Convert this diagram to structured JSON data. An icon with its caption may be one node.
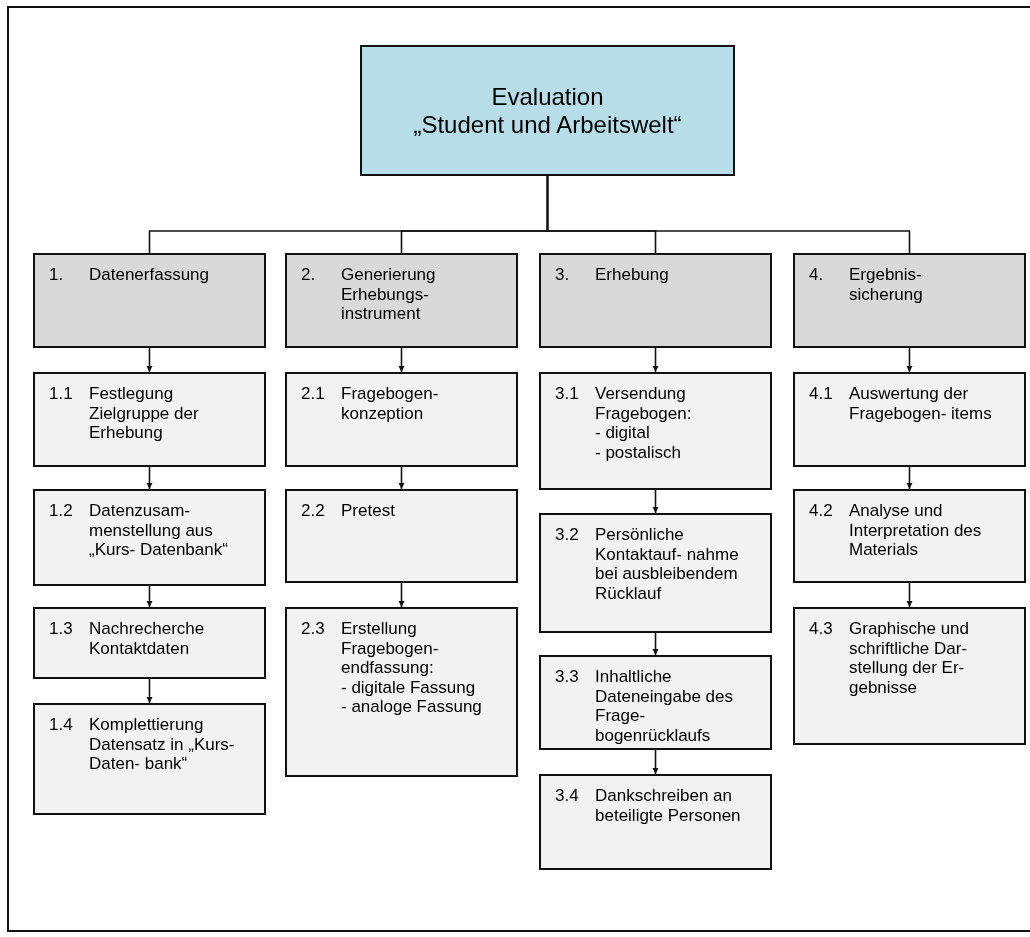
{
  "diagram": {
    "nodes": [
      {
        "text": [
          "Evaluation",
          "„Student und Arbeitswelt“"
        ]
      },
      {
        "text": [
          "1.",
          "Datenerfassung"
        ]
      },
      {
        "text": [
          "2.",
          "Generierung Erhebungs- instrument"
        ]
      },
      {
        "text": [
          "3.",
          "Erhebung"
        ]
      },
      {
        "text": [
          "4.",
          "Ergebnis- sicherung"
        ]
      },
      {
        "text": [
          "1.1",
          "Festlegung Zielgruppe der Erhebung"
        ]
      },
      {
        "text": [
          "1.2",
          "Datenzusam- menstellung aus „Kurs- Datenbank“"
        ]
      },
      {
        "text": [
          "1.3",
          "Nachrecherche Kontaktdaten"
        ]
      },
      {
        "text": [
          "1.4",
          "Komplettierung Datensatz in „Kurs-Daten- bank“"
        ]
      },
      {
        "text": [
          "2.1",
          "Fragebogen- konzeption"
        ]
      },
      {
        "text": [
          "2.2",
          "Pretest"
        ]
      },
      {
        "text": [
          "2.3",
          "Erstellung Fragebogen- endfassung:",
          "- digitale Fassung",
          "- analoge Fassung"
        ]
      },
      {
        "text": [
          "3.1",
          "Versendung Fragebogen:",
          "- digital",
          "- postalisch"
        ]
      },
      {
        "text": [
          "3.2",
          "Persönliche Kontaktauf- nahme bei ausbleibendem Rücklauf"
        ]
      },
      {
        "text": [
          "3.3",
          "Inhaltliche Dateneingabe des Frage- bogenrücklaufs"
        ]
      },
      {
        "text": [
          "3.4",
          "Dankschreiben an beteiligte Personen"
        ]
      },
      {
        "text": [
          "4.1",
          "Auswertung der Fragebogen- items"
        ]
      },
      {
        "text": [
          "4.2",
          "Analyse und Interpretation des Materials"
        ]
      },
      {
        "text": [
          "4.3",
          "Graphische und schriftliche Dar- stellung der Er- gebnisse"
        ]
      }
    ],
    "edges": [
      {
        "from": 0,
        "to": 1,
        "arrow": "none"
      },
      {
        "from": 0,
        "to": 2,
        "arrow": "none"
      },
      {
        "from": 0,
        "to": 3,
        "arrow": "none"
      },
      {
        "from": 0,
        "to": 4,
        "arrow": "none"
      },
      {
        "from": 1,
        "to": 5,
        "arrow": "to"
      },
      {
        "from": 5,
        "to": 6,
        "arrow": "to"
      },
      {
        "from": 6,
        "to": 7,
        "arrow": "to"
      },
      {
        "from": 7,
        "to": 8,
        "arrow": "to"
      },
      {
        "from": 2,
        "to": 9,
        "arrow": "to"
      },
      {
        "from": 9,
        "to": 10,
        "arrow": "to"
      },
      {
        "from": 10,
        "to": 11,
        "arrow": "to"
      },
      {
        "from": 3,
        "to": 12,
        "arrow": "to"
      },
      {
        "from": 12,
        "to": 13,
        "arrow": "to"
      },
      {
        "from": 13,
        "to": 14,
        "arrow": "to"
      },
      {
        "from": 14,
        "to": 15,
        "arrow": "to"
      },
      {
        "from": 4,
        "to": 16,
        "arrow": "to"
      },
      {
        "from": 16,
        "to": 17,
        "arrow": "to"
      },
      {
        "from": 17,
        "to": 18,
        "arrow": "to"
      }
    ]
  }
}
